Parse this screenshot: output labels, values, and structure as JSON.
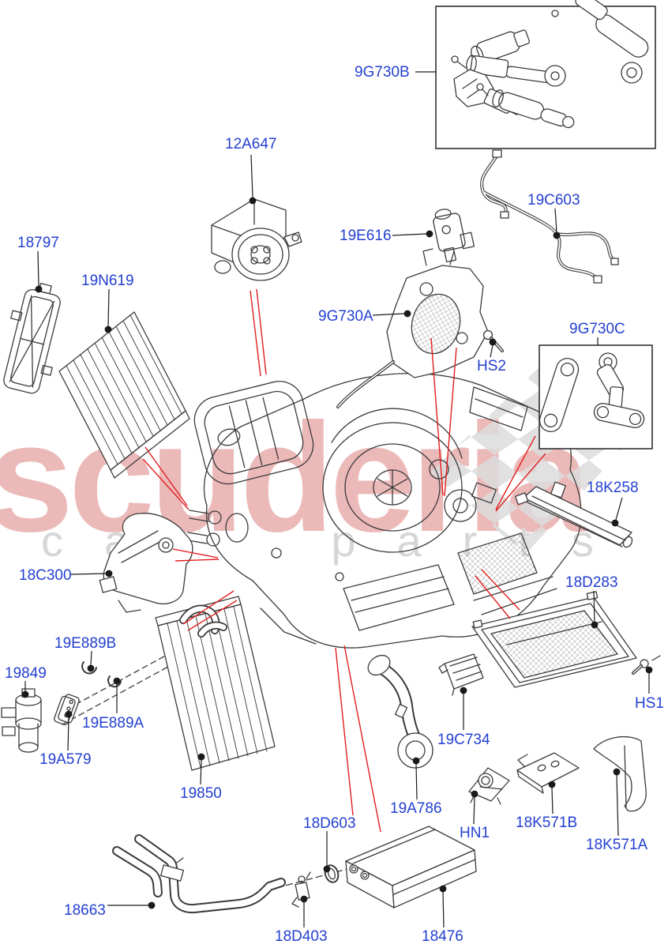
{
  "watermark": {
    "brand": "scuderia",
    "tagline": "car parts"
  },
  "colors": {
    "part_label": "#2440d0",
    "leader": "#1a1a1a",
    "callout": "#e21f1f",
    "line_art": "#3b3b3b",
    "watermark_brand": "#ecb9b9",
    "watermark_tagline": "#d6d6d6",
    "flag_gray": "#dcdcdc"
  },
  "parts": [
    {
      "id": "9G730B",
      "label": "9G730B"
    },
    {
      "id": "12A647",
      "label": "12A647"
    },
    {
      "id": "19C603",
      "label": "19C603"
    },
    {
      "id": "19E616",
      "label": "19E616"
    },
    {
      "id": "18797",
      "label": "18797"
    },
    {
      "id": "19N619",
      "label": "19N619"
    },
    {
      "id": "9G730A",
      "label": "9G730A"
    },
    {
      "id": "9G730C",
      "label": "9G730C"
    },
    {
      "id": "HS2",
      "label": "HS2"
    },
    {
      "id": "18K258",
      "label": "18K258"
    },
    {
      "id": "18C300",
      "label": "18C300"
    },
    {
      "id": "18D283",
      "label": "18D283"
    },
    {
      "id": "19E889B",
      "label": "19E889B"
    },
    {
      "id": "19849",
      "label": "19849"
    },
    {
      "id": "HS1",
      "label": "HS1"
    },
    {
      "id": "19E889A",
      "label": "19E889A"
    },
    {
      "id": "19C734",
      "label": "19C734"
    },
    {
      "id": "19A579",
      "label": "19A579"
    },
    {
      "id": "19850",
      "label": "19850"
    },
    {
      "id": "19A786",
      "label": "19A786"
    },
    {
      "id": "18D603",
      "label": "18D603"
    },
    {
      "id": "18K571B",
      "label": "18K571B"
    },
    {
      "id": "HN1",
      "label": "HN1"
    },
    {
      "id": "18K571A",
      "label": "18K571A"
    },
    {
      "id": "18663",
      "label": "18663"
    },
    {
      "id": "18D403",
      "label": "18D403"
    },
    {
      "id": "18476",
      "label": "18476"
    }
  ]
}
